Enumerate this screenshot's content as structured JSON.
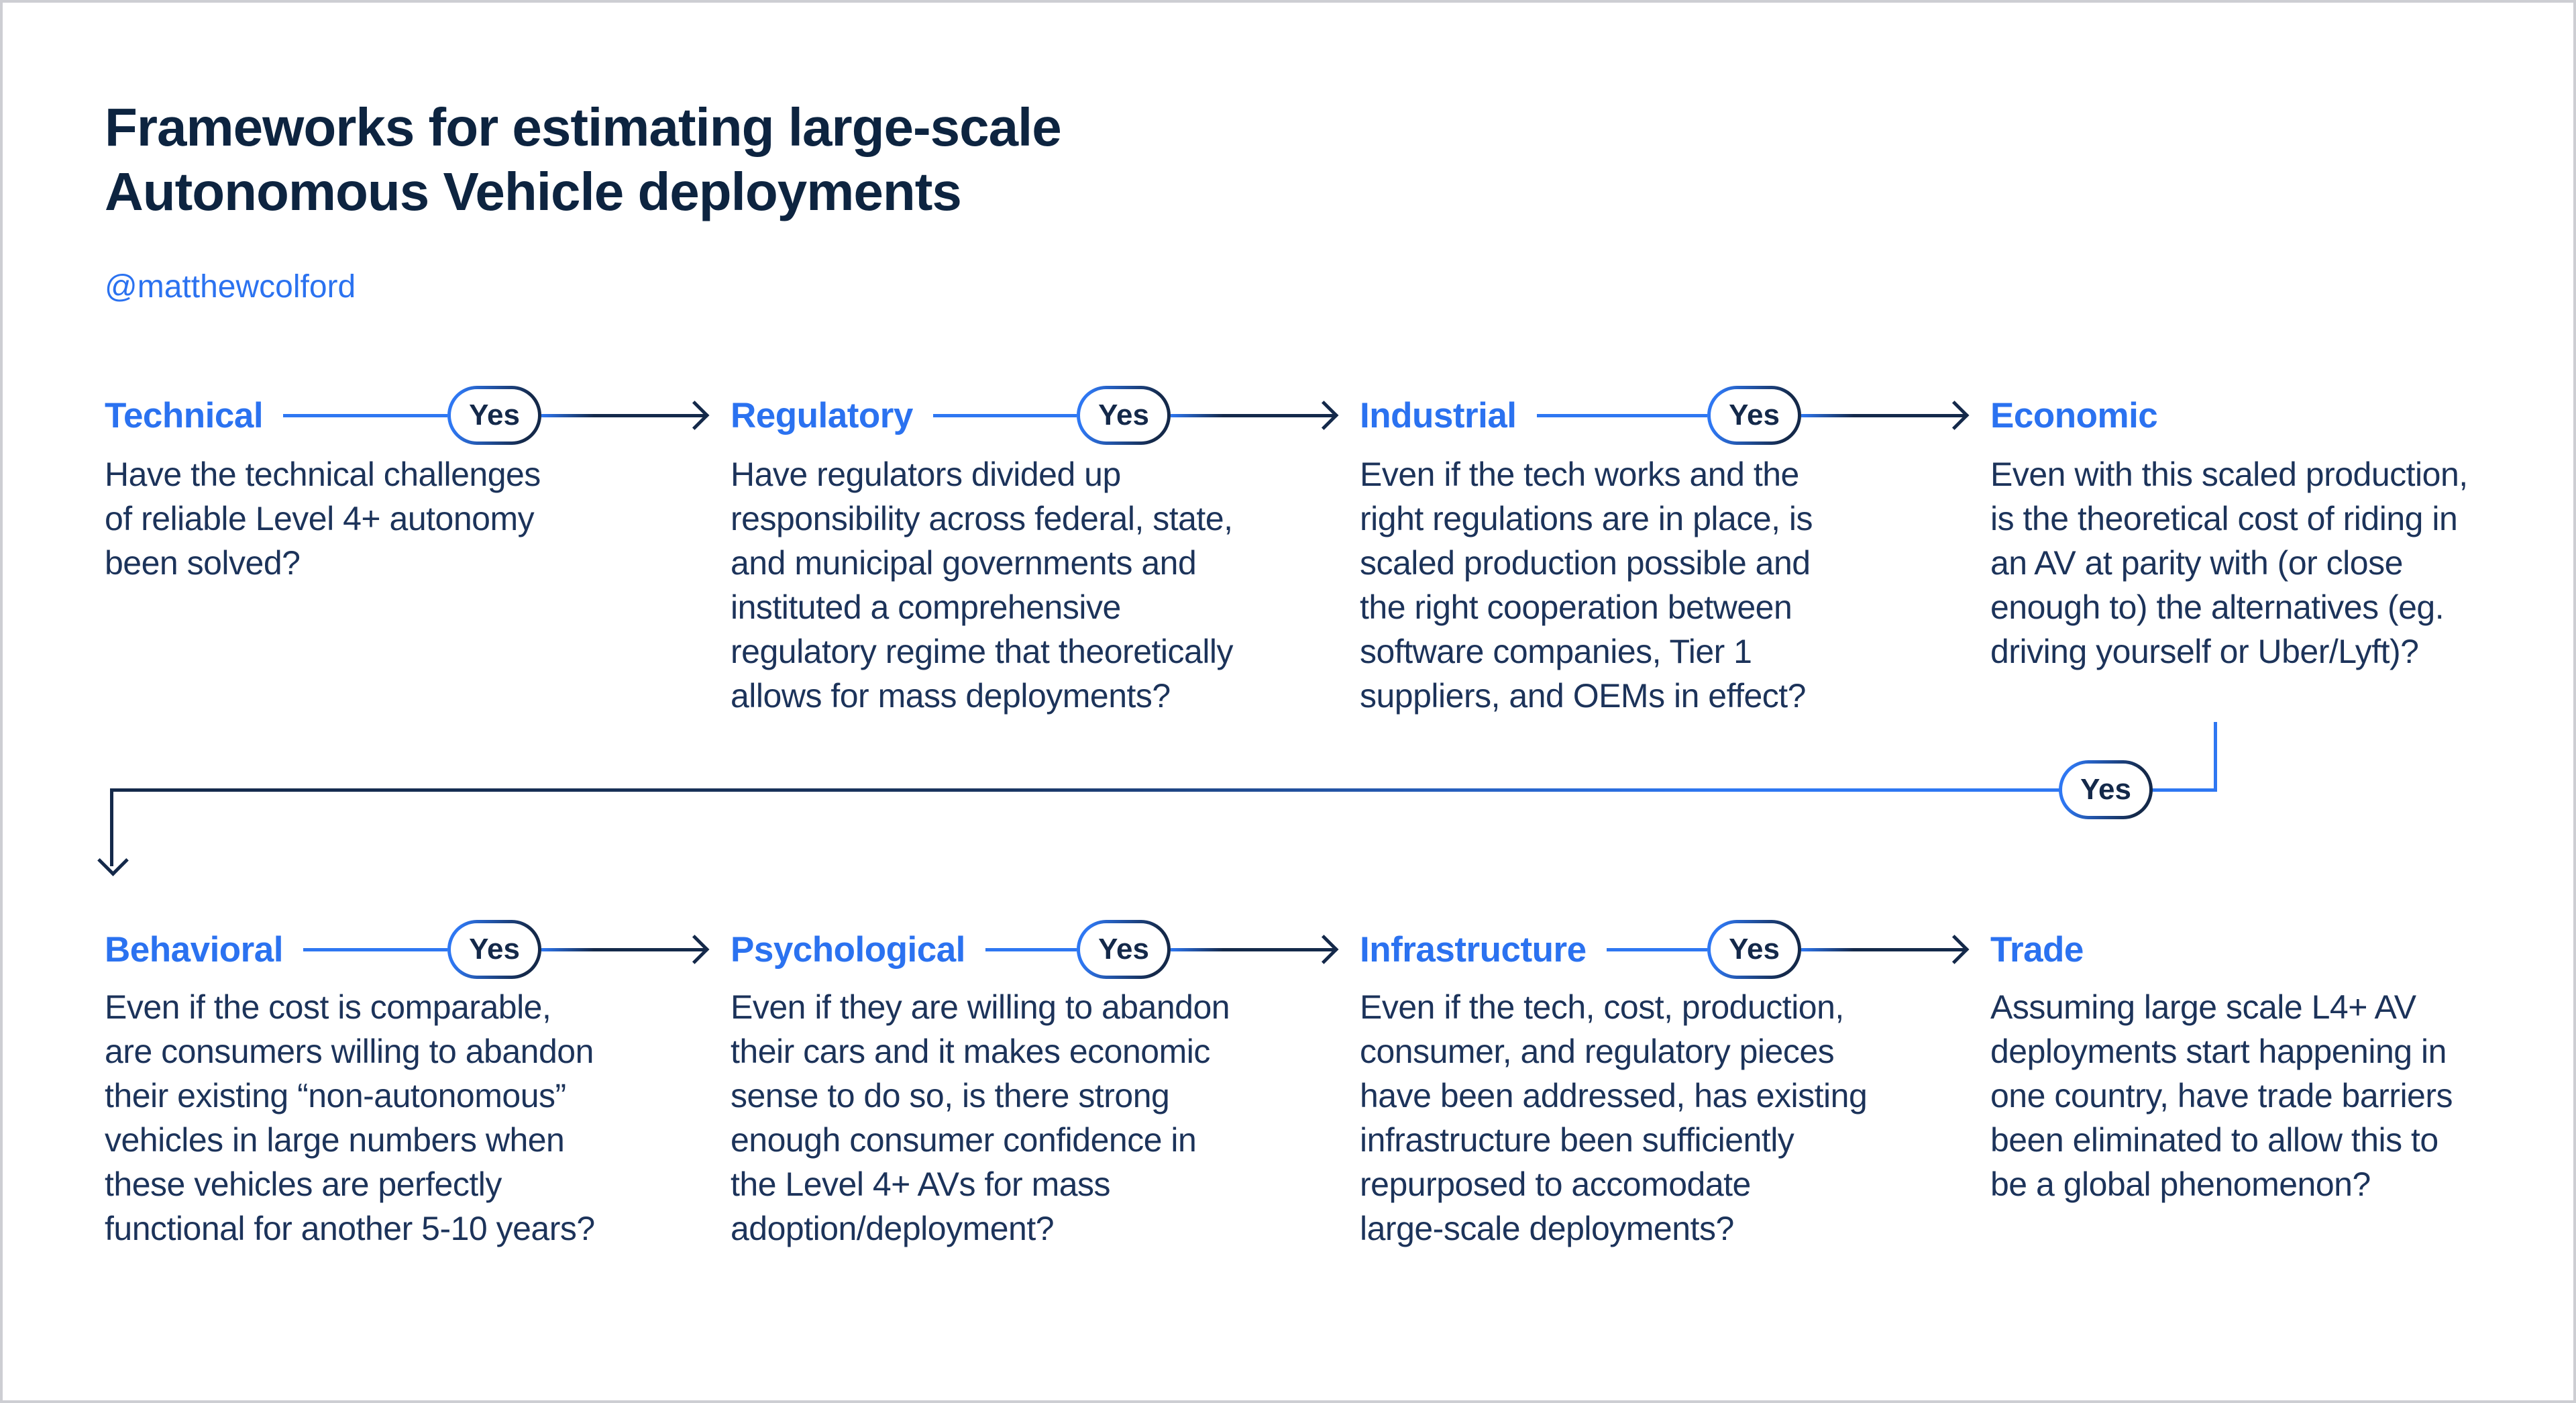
{
  "meta": {
    "title_lines": [
      "Frameworks for estimating large-scale",
      "Autonomous Vehicle deployments"
    ],
    "handle": "@matthewcolford"
  },
  "colors": {
    "accent_blue": "#2B72F0",
    "line_blue": "#2E77F2",
    "navy": "#14294A",
    "title_navy": "#0D2440",
    "body_navy": "#1C335A",
    "frame_grey": "#CDCED3",
    "background": "#FFFFFF"
  },
  "rows": [
    {
      "items": [
        {
          "label": "Technical",
          "connector": "Yes",
          "desc_lines": [
            "Have the technical challenges",
            "of reliable Level 4+ autonomy",
            "been solved?"
          ]
        },
        {
          "label": "Regulatory",
          "connector": "Yes",
          "desc_lines": [
            "Have regulators divided up",
            "responsibility across federal, state,",
            "and municipal governments and",
            "instituted a comprehensive",
            "regulatory regime that theoretically",
            "allows for mass deployments?"
          ]
        },
        {
          "label": "Industrial",
          "connector": "Yes",
          "desc_lines": [
            "Even if the tech works and the",
            "right regulations are in place, is",
            "scaled production possible and",
            "the right cooperation between",
            "software companies, Tier 1",
            "suppliers, and OEMs in effect?"
          ]
        },
        {
          "label": "Economic",
          "desc_lines": [
            "Even with this scaled production,",
            "is the theoretical cost of riding in",
            "an AV at parity with (or close",
            "enough to) the alternatives (eg.",
            "driving yourself or Uber/Lyft)?"
          ]
        }
      ]
    },
    {
      "items": [
        {
          "label": "Behavioral",
          "connector": "Yes",
          "desc_lines": [
            "Even if the cost is comparable,",
            "are consumers willing to abandon",
            "their existing “non-autonomous”",
            "vehicles in large numbers when",
            "these vehicles are perfectly",
            "functional for another 5-10 years?"
          ]
        },
        {
          "label": "Psychological",
          "connector": "Yes",
          "desc_lines": [
            "Even if they are willing to abandon",
            "their cars and it makes economic",
            "sense to do so, is there strong",
            "enough consumer confidence in",
            "the Level 4+ AVs for mass",
            "adoption/deployment?"
          ]
        },
        {
          "label": "Infrastructure",
          "connector": "Yes",
          "desc_lines": [
            "Even if the tech, cost, production,",
            "consumer, and regulatory pieces",
            "have been addressed, has existing",
            "infrastructure been sufficiently",
            "repurposed to accomodate",
            "large-scale deployments?"
          ]
        },
        {
          "label": "Trade",
          "desc_lines": [
            "Assuming large scale L4+ AV",
            "deployments start happening in",
            "one country, have trade barriers",
            "been eliminated to allow this to",
            "be a global phenomenon?"
          ]
        }
      ]
    }
  ],
  "return_connector": {
    "label": "Yes"
  }
}
